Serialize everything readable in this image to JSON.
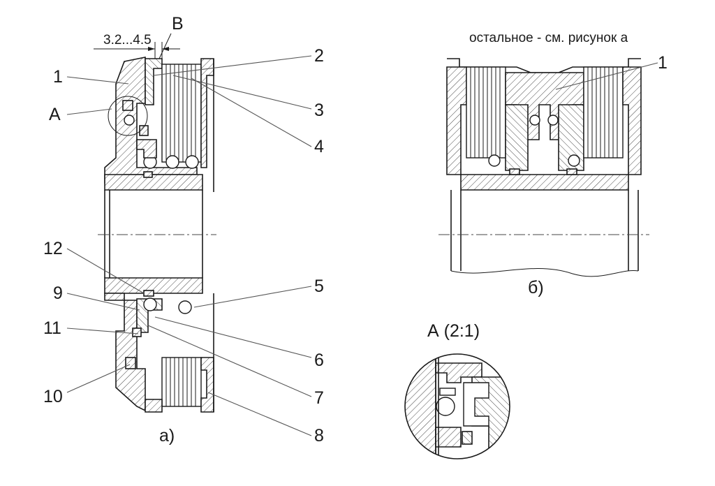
{
  "dimension": {
    "range": "3.2...4.5",
    "letter": "B"
  },
  "view_a": {
    "caption": "а)",
    "callouts": {
      "c1": "1",
      "c2": "2",
      "c3": "3",
      "c4": "4",
      "c5": "5",
      "c6": "6",
      "c7": "7",
      "c8": "8",
      "c9": "9",
      "c10": "10",
      "c11": "11",
      "c12": "12",
      "detail": "А"
    }
  },
  "view_b": {
    "note": "остальное - см. рисунок а",
    "caption": "б)",
    "callout": "1"
  },
  "detail_a": {
    "title": "А (2:1)"
  }
}
